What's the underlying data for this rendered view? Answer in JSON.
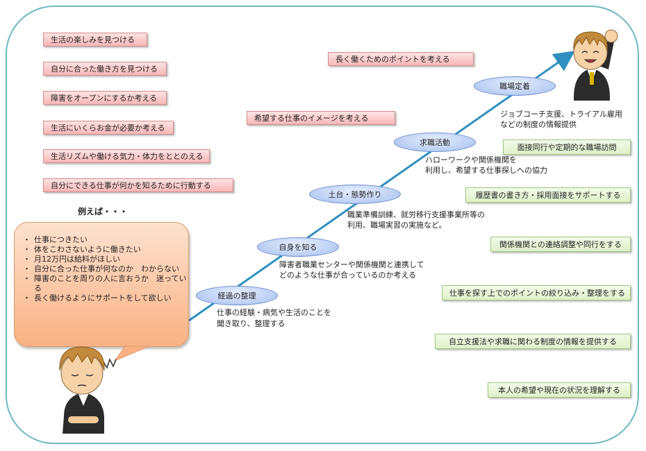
{
  "left_goals": [
    "生活の楽しみを見つける",
    "自分に合った働き方を見つける",
    "障害をオープンにするか考える",
    "生活にいくらお金が必要か考える",
    "生活リズムや働ける気力・体力をととのえる",
    "自分にできる仕事が何かを知るために行動する"
  ],
  "center_goals": {
    "long_work": "長く働くためのポイントを考える",
    "desired_job": "希望する仕事のイメージを考える"
  },
  "example_label": "例えば・・・",
  "concerns": [
    "仕事につきたい",
    "体をこわさないように働きたい",
    "月12万円は給料がほしい",
    "自分に合った仕事が何なのか　わからない",
    "障害のことを周りの人に言おうか　迷っている",
    "長く働けるようにサポートをして欲しい"
  ],
  "steps": [
    {
      "label": "経過の整理",
      "desc1": "仕事の経験・病気や生活のことを",
      "desc2": "聞き取り、整理する"
    },
    {
      "label": "自身を知る",
      "desc1": "障害者職業センターや関係機関と連携して",
      "desc2": "どのような仕事が合っているのか考える"
    },
    {
      "label": "土台・態勢作り",
      "desc1": "職業準備訓練、就労移行支援事業所等の",
      "desc2": "利用、職場実習の実施など。"
    },
    {
      "label": "求職活動",
      "desc1": "ハローワークや関係機関を",
      "desc2": "利用し、希望する仕事探しへの協力"
    },
    {
      "label": "職場定着",
      "desc1": "ジョブコーチ支援、トライアル雇用",
      "desc2": "などの制度の情報提供"
    }
  ],
  "support_items": [
    "面接同行や定期的な職場訪問",
    "履歴書の書き方・採用面接をサポートする",
    "関係機関との連絡調整や同行をする",
    "仕事を探す上でのポイントの絞り込み・整理をする",
    "自立支援法や求職に関わる制度の情報を提供する",
    "本人の希望や現在の状況を理解する"
  ],
  "colors": {
    "frame": "#6fb7c0",
    "arrow": "#2f8fbf",
    "red_box": "#f8b7b7",
    "green_box": "#dff0c9",
    "ellipse": "#b9cdf3",
    "bubble": "#f9b183"
  },
  "icons": [
    "thinking-person-icon",
    "happy-person-icon",
    "worry-mark-icon"
  ]
}
